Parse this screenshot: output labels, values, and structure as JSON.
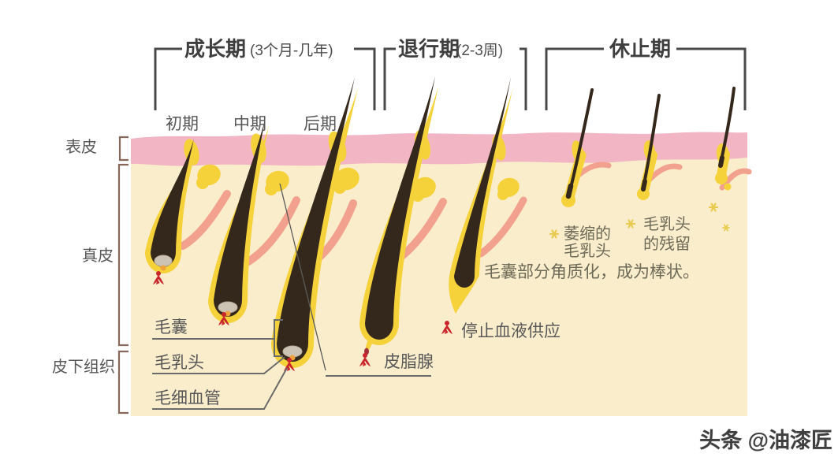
{
  "phases": {
    "growth": {
      "label": "成长期",
      "duration": "(3个月-几年)"
    },
    "regression": {
      "label": "退行期",
      "duration": "(2-3周)"
    },
    "resting": {
      "label": "休止期"
    }
  },
  "growth_stages": {
    "early": "初期",
    "middle": "中期",
    "late": "后期"
  },
  "skin_layers": {
    "epidermis": "表皮",
    "dermis": "真皮",
    "subcutaneous": "皮下组织"
  },
  "callouts": {
    "hair_follicle": "毛囊",
    "hair_papilla": "毛乳头",
    "capillary": "毛细血管",
    "sebaceous_gland": "皮脂腺",
    "stop_blood_supply": "停止血液供应"
  },
  "annotations": {
    "atrophied_papilla": [
      "萎缩的",
      "毛乳头"
    ],
    "papilla_remnant": [
      "毛乳头",
      "的残留"
    ],
    "keratinization_note": "毛囊部分角质化，成为棒状。"
  },
  "watermark": "头条 @油漆匠",
  "colors": {
    "epidermis_pink": "#F2B5C3",
    "dermis_cream": "#FAEDCB",
    "hair_dark": "#34271B",
    "follicle_yellow": "#F5D23A",
    "muscle_salmon": "#F1A18D",
    "papilla_gray": "#CDC3B4",
    "capillary_red": "#C9252B",
    "line_gray": "#6B6B6B",
    "text_gray": "#585858"
  }
}
